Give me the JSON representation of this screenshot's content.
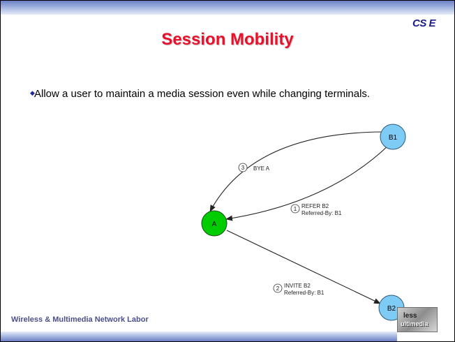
{
  "slide": {
    "logo": "CS E",
    "title": "Session Mobility",
    "bullet": "Allow a user to maintain a media session even while changing terminals.",
    "footer": "Wireless & Multimedia Network Labor",
    "footer_logo": {
      "line1": "less",
      "line2": "ultimedia"
    }
  },
  "diagram": {
    "nodes": {
      "a": "A",
      "b1": "B1",
      "b2": "B2"
    },
    "node_colors": {
      "a": "#00cc00",
      "b": "#7ecbf5"
    },
    "messages": {
      "bye": {
        "step": "3",
        "label": "BYE A"
      },
      "refer": {
        "step": "1",
        "label": "REFER B2",
        "sub": "Referred-By: B1"
      },
      "invite": {
        "step": "2",
        "label": "INVITE B2",
        "sub": "Referred-By: B1"
      }
    }
  },
  "colors": {
    "title": "#e8102a",
    "footer_text": "#4a4f8a",
    "bullet_marker": "#1b2a9a"
  }
}
